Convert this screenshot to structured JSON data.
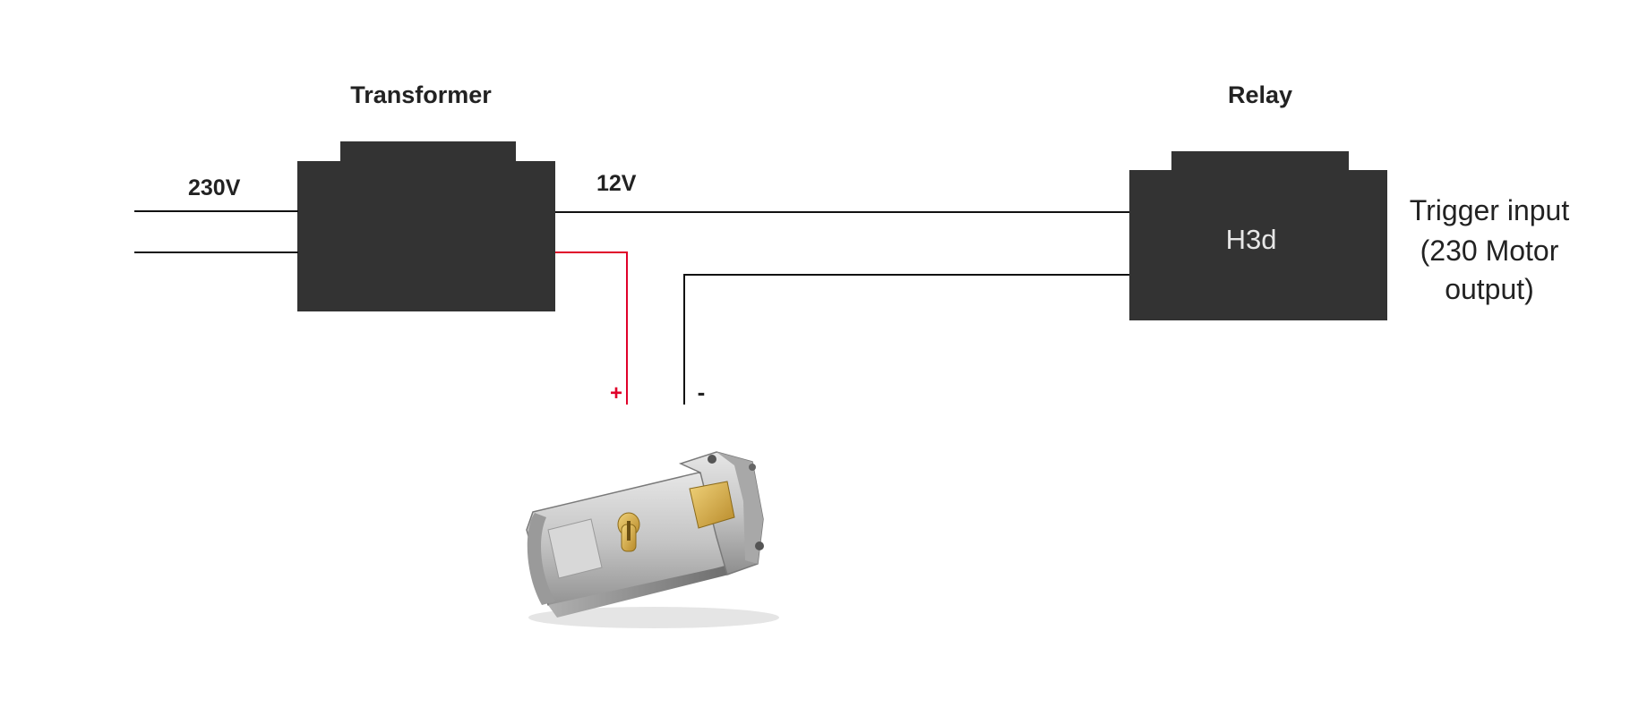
{
  "diagram": {
    "transformer": {
      "title": "Transformer"
    },
    "relay": {
      "title": "Relay",
      "model": "H3d"
    },
    "inputs": {
      "mains_voltage": "230V",
      "low_voltage": "12V"
    },
    "trigger": {
      "line1": "Trigger input",
      "line2": "(230 Motor",
      "line3": "output)"
    },
    "polarity": {
      "plus": "+",
      "minus": "-"
    },
    "lock": {
      "icon": "electric-lock-icon"
    },
    "colors": {
      "box": "#333333",
      "wire": "#111111",
      "positive_wire": "#e0002a",
      "plus_sign": "#e0002a"
    }
  }
}
